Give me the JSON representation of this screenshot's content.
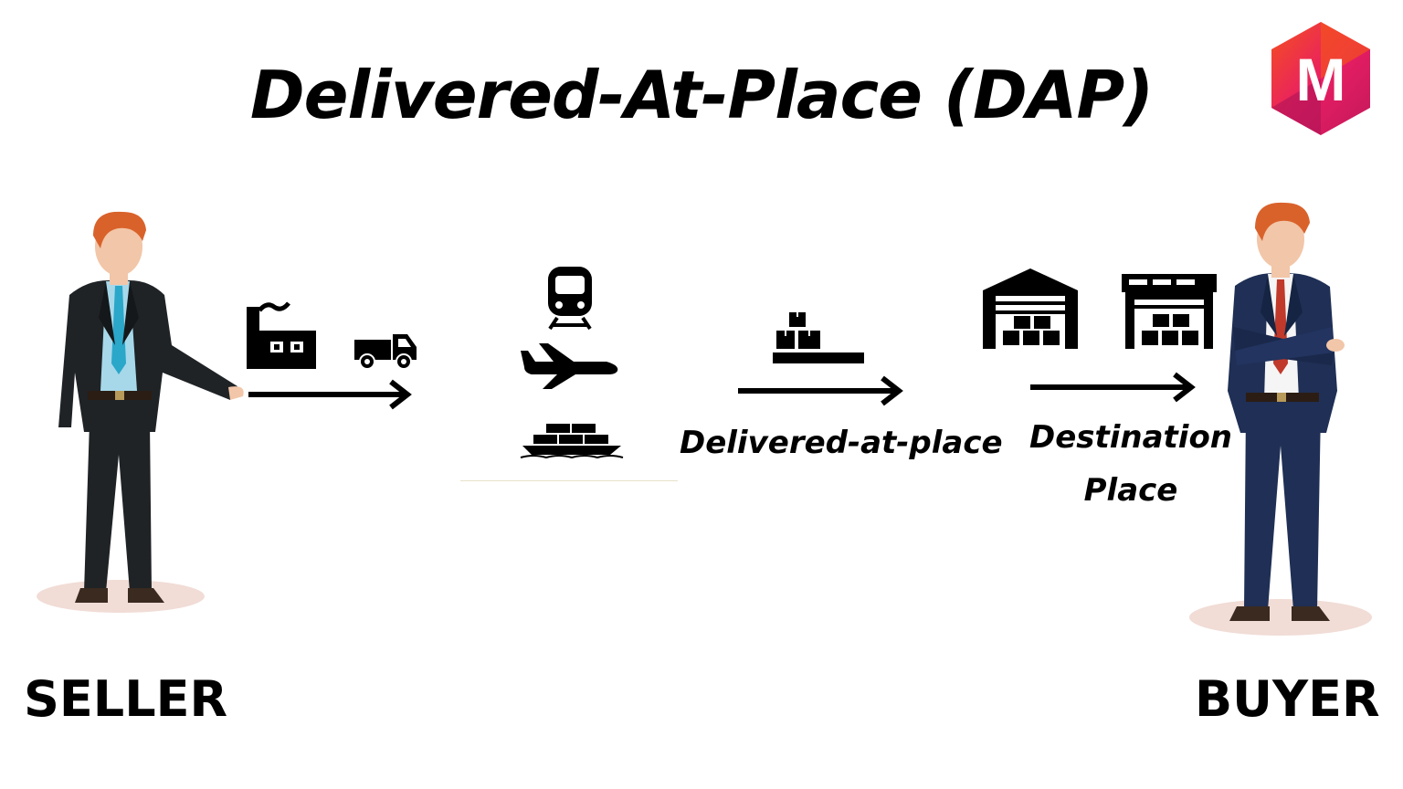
{
  "title": "Delivered-At-Place (DAP)",
  "logo": {
    "letter": "M",
    "colors": [
      "#e91e63",
      "#f44336",
      "#ff7043",
      "#c2185b"
    ]
  },
  "roles": {
    "seller": "SELLER",
    "buyer": "BUYER"
  },
  "steps": {
    "delivered_at_place": "Delivered-at-place",
    "destination_line1": "Destination",
    "destination_line2": "Place"
  },
  "icons": [
    "factory-icon",
    "truck-icon",
    "train-icon",
    "airplane-icon",
    "cargo-ship-icon",
    "boxes-pallet-icon",
    "warehouse-icon",
    "warehouse-icon"
  ],
  "colors": {
    "hair": "#d9622b",
    "skin": "#f2c6a8",
    "seller_suit": "#1f2326",
    "buyer_suit": "#1f2f55",
    "seller_tie": "#2aa7c9",
    "buyer_tie": "#c0392b",
    "shadow": "#f1dcd6"
  }
}
